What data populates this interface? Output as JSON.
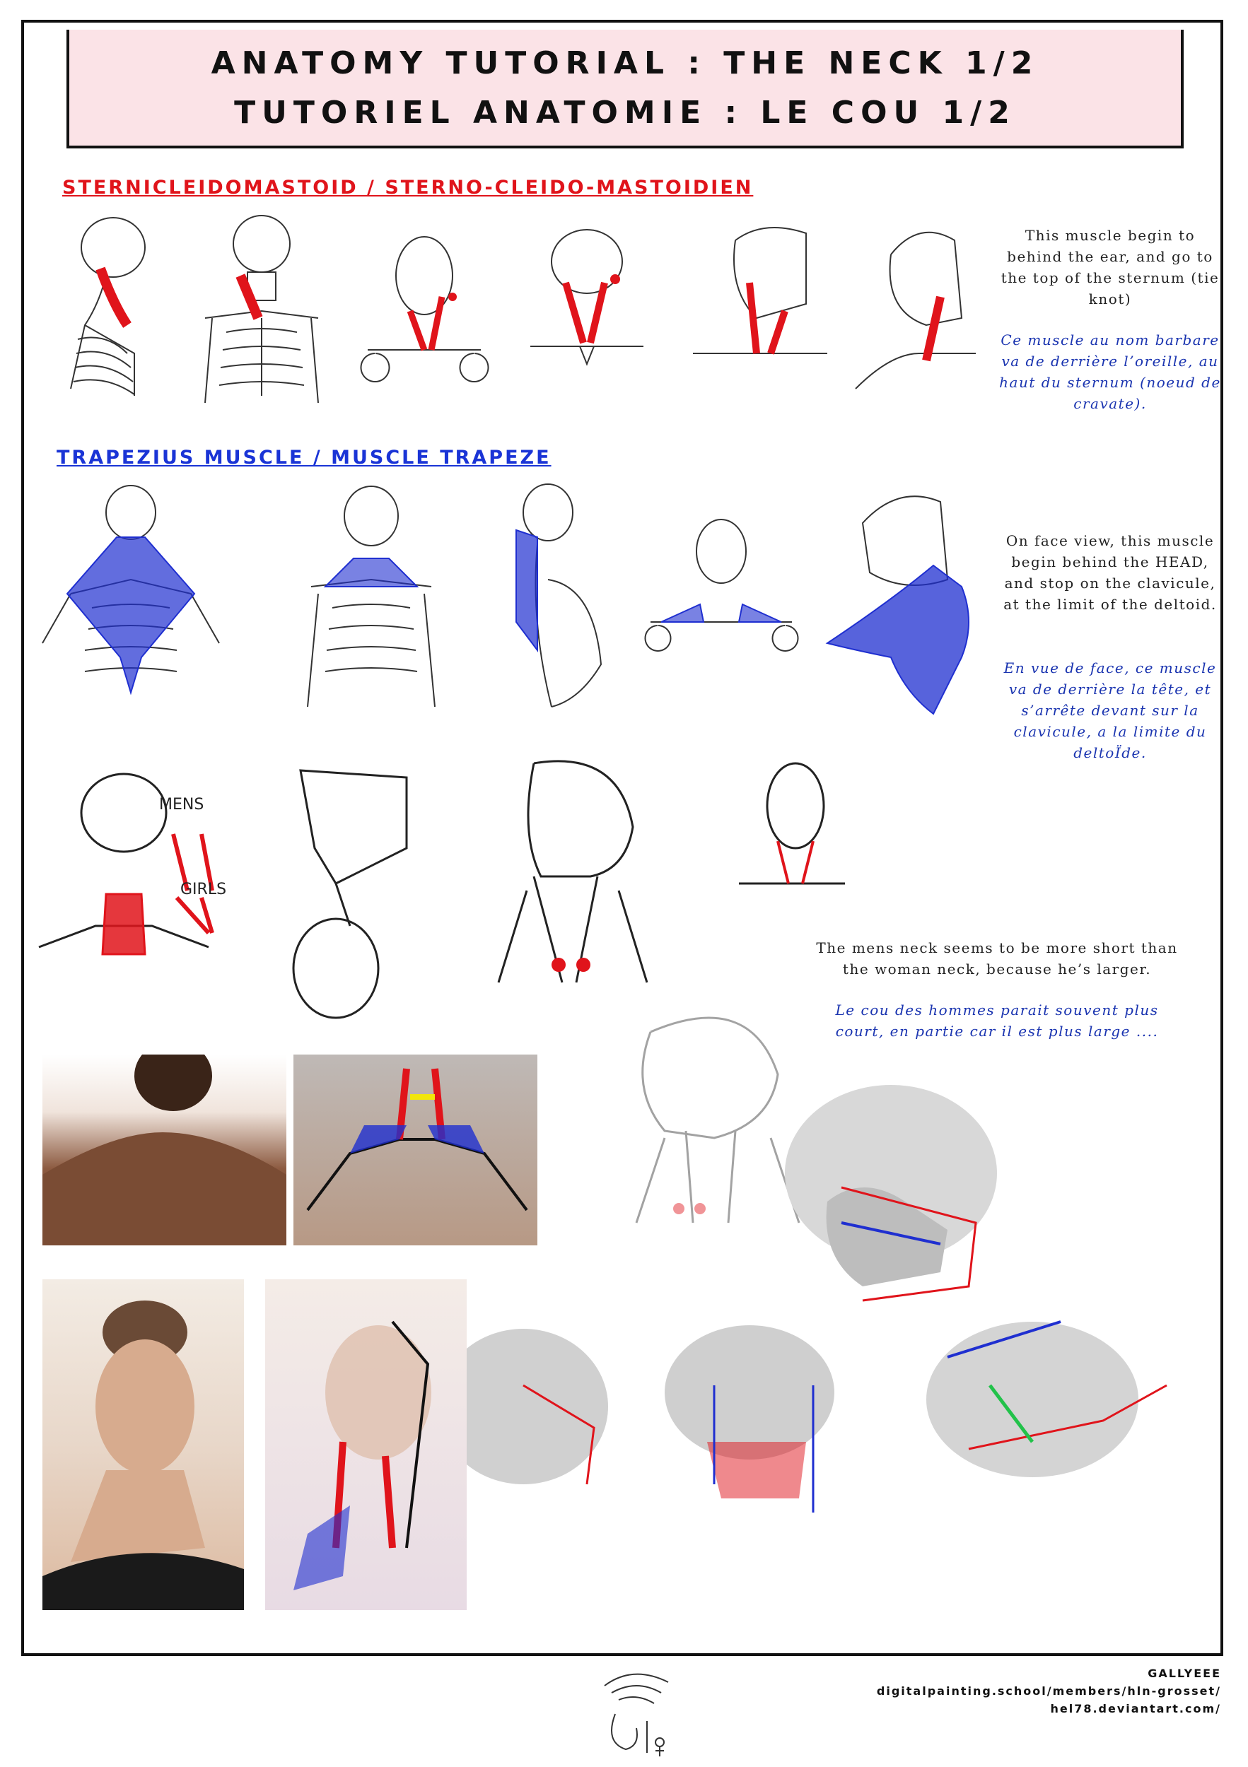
{
  "header": {
    "title_en": "ANATOMY TUTORIAL : THE NECK 1/2",
    "title_fr": "TUTORIEL ANATOMIE : LE COU 1/2"
  },
  "sections": {
    "scm": {
      "heading": "STERNICLEIDOMASTOID / STERNO-CLEIDO-MASTOIDIEN",
      "heading_color": "#e0141b",
      "text_en": "This muscle begin to behind the ear, and go to the top of the sternum (tie knot)",
      "text_fr": "Ce muscle au nom barbare va de derrière l’oreille, au haut du sternum (noeud de cravate)."
    },
    "trapezius": {
      "heading": "TRAPEZIUS MUSCLE / MUSCLE TRAPEZE",
      "heading_color": "#1a34d6",
      "text_en": "On face view, this muscle begin behind the HEAD, and stop on the clavicule, at the limit of the deltoid.",
      "text_fr": "En vue de face, ce muscle va de derrière la tête, et s’arrête devant sur la clavicule, a la limite du deltoÏde."
    },
    "gender": {
      "label_mens": "MENS",
      "label_girls": "GIRLS",
      "text_en": "The mens neck seems to be more short than the woman neck, because he’s larger.",
      "text_fr": "Le cou des hommes parait souvent plus court, en partie car il est plus large ...."
    }
  },
  "footer": {
    "author": "GALLYEEE",
    "link1": "digitalpainting.school/members/hln-grosset/",
    "link2": "hel78.deviantart.com/"
  },
  "colors": {
    "scm_red": "#e0141b",
    "trap_blue": "#1f2fd0",
    "title_bg": "#fbe3e7",
    "ink": "#111111",
    "skin_dark": "#6b4430",
    "skin_light": "#d8ad93"
  },
  "icons": [
    "skeleton-illustration",
    "head-sketch",
    "skull-render",
    "signature-logo"
  ]
}
